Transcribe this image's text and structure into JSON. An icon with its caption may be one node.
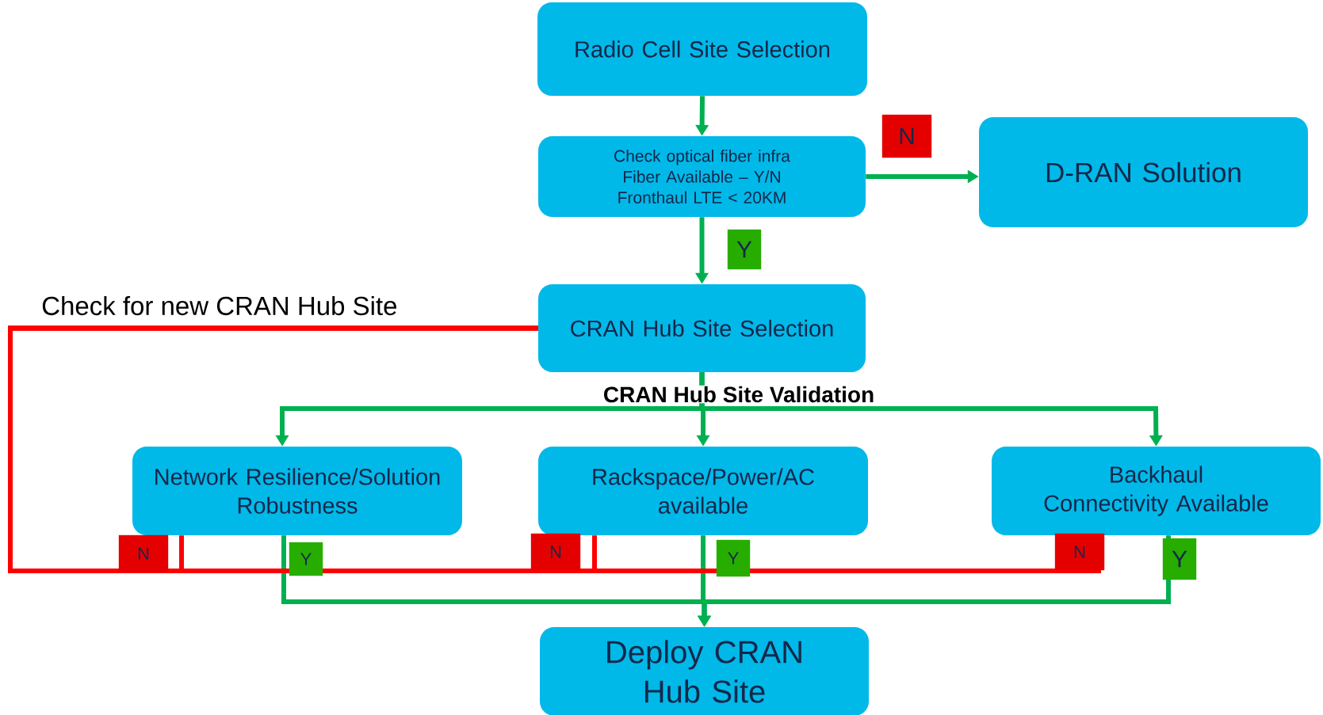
{
  "diagram": {
    "nodes": [
      {
        "text": [
          "Radio Cell Site Selection"
        ]
      },
      {
        "text": [
          "Check optical fiber infra",
          "Fiber Available – Y/N",
          "Fronthaul LTE < 20KM"
        ]
      },
      {
        "text": [
          "D-RAN Solution"
        ]
      },
      {
        "text": [
          "CRAN Hub Site Selection"
        ]
      },
      {
        "text": [
          "Network Resilience/Solution Robustness"
        ]
      },
      {
        "text": [
          "Rackspace/Power/AC available"
        ]
      },
      {
        "text": [
          "Backhaul Connectivity Available"
        ]
      },
      {
        "text": [
          "Deploy CRAN Hub Site"
        ]
      }
    ],
    "edges": [
      {
        "from": 0,
        "to": 1,
        "arrow": "to"
      },
      {
        "from": 1,
        "to": 2,
        "arrow": "to",
        "label": "N"
      },
      {
        "from": 1,
        "to": 3,
        "arrow": "to",
        "label": "Y"
      },
      {
        "from": 3,
        "to": 4,
        "arrow": "to"
      },
      {
        "from": 3,
        "to": 5,
        "arrow": "to"
      },
      {
        "from": 3,
        "to": 6,
        "arrow": "to"
      },
      {
        "from": 4,
        "to": 7,
        "arrow": "to",
        "label": "Y"
      },
      {
        "from": 5,
        "to": 7,
        "arrow": "to",
        "label": "Y"
      },
      {
        "from": 6,
        "to": 7,
        "arrow": "to",
        "label": "Y"
      },
      {
        "from": 4,
        "to": 3,
        "arrow": "none",
        "label": "N",
        "color": "#ff0000"
      },
      {
        "from": 5,
        "to": 3,
        "arrow": "none",
        "label": "N",
        "color": "#ff0000"
      },
      {
        "from": 6,
        "to": 3,
        "arrow": "none",
        "label": "N",
        "color": "#ff0000"
      }
    ],
    "labels": [
      "Check for new CRAN Hub Site",
      "CRAN Hub Site Validation"
    ]
  }
}
